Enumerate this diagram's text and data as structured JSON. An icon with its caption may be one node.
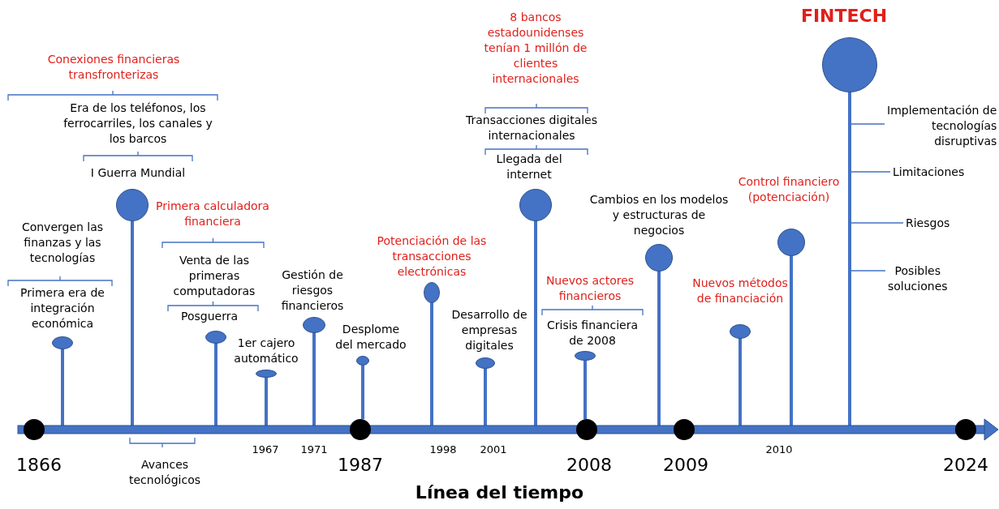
{
  "diagram": {
    "title": "Línea del tiempo",
    "nodes": [
      {
        "text": [],
        "shape": "circle"
      },
      {
        "text": [],
        "shape": "circle"
      },
      {
        "text": [],
        "shape": "circle"
      },
      {
        "text": [],
        "shape": "circle"
      },
      {
        "text": [],
        "shape": "circle"
      },
      {
        "text": [],
        "shape": "circle"
      },
      {
        "text": [],
        "shape": "circle"
      },
      {
        "text": [],
        "shape": "circle"
      },
      {
        "text": [],
        "shape": "circle"
      },
      {
        "text": [],
        "shape": "circle"
      },
      {
        "text": [],
        "shape": "circle"
      },
      {
        "text": [],
        "shape": "circle"
      },
      {
        "text": [],
        "shape": "circle"
      },
      {
        "text": [],
        "shape": "circle",
        "beside": [
          "FINTECH"
        ]
      },
      {
        "text": [],
        "shape": "circle"
      },
      {
        "text": [],
        "shape": "circle"
      },
      {
        "text": [],
        "shape": "circle"
      },
      {
        "text": [],
        "shape": "circle"
      },
      {
        "text": [],
        "shape": "circle"
      },
      {
        "text": [
          "Implementación de tecnologías disruptivas"
        ]
      },
      {
        "text": [
          "Limitaciones"
        ]
      },
      {
        "text": [
          "Riesgos"
        ]
      },
      {
        "text": [
          "Posibles soluciones"
        ]
      }
    ],
    "edges": [
      {
        "from": 13,
        "to": 19,
        "arrow": "none"
      },
      {
        "from": 13,
        "to": 20,
        "arrow": "none"
      },
      {
        "from": 13,
        "to": 21,
        "arrow": "none"
      },
      {
        "from": 13,
        "to": 22,
        "arrow": "none"
      },
      {
        "from": 5,
        "to": 15,
        "arrow": "none",
        "style": "thick"
      },
      {
        "from": 9,
        "to": 16,
        "arrow": "none",
        "style": "thick"
      }
    ],
    "labels": [
      "8 bancos estadounidenses tenían 1 millón de clientes internacionales",
      "Conexiones financieras transfronterizas",
      "Era de los teléfonos, los ferrocarriles, los canales y los barcos",
      "Transacciones digitales internacionales",
      "Llegada del internet",
      "I Guerra Mundial",
      "Primera calculadora financiera",
      "Cambios en los modelos y estructuras de negocios",
      "Control financiero (potenciación)",
      "Convergen las finanzas y las tecnologías",
      "Potenciación de las transacciones electrónicas",
      "Venta de las primeras computadoras",
      "Gestión de riesgos financieros",
      "Nuevos actores financieros",
      "Nuevos métodos de financiación",
      "Primera era de integración económica",
      "Desarrollo de empresas digitales",
      "Posguerra",
      "Desplome del mercado",
      "Crisis financiera de 2008",
      "1er cajero automático",
      "1967",
      "1971",
      "1998",
      "2001",
      "2010",
      "1866",
      "1987",
      "2008",
      "2009",
      "2024",
      "Avances tecnológicos"
    ]
  }
}
